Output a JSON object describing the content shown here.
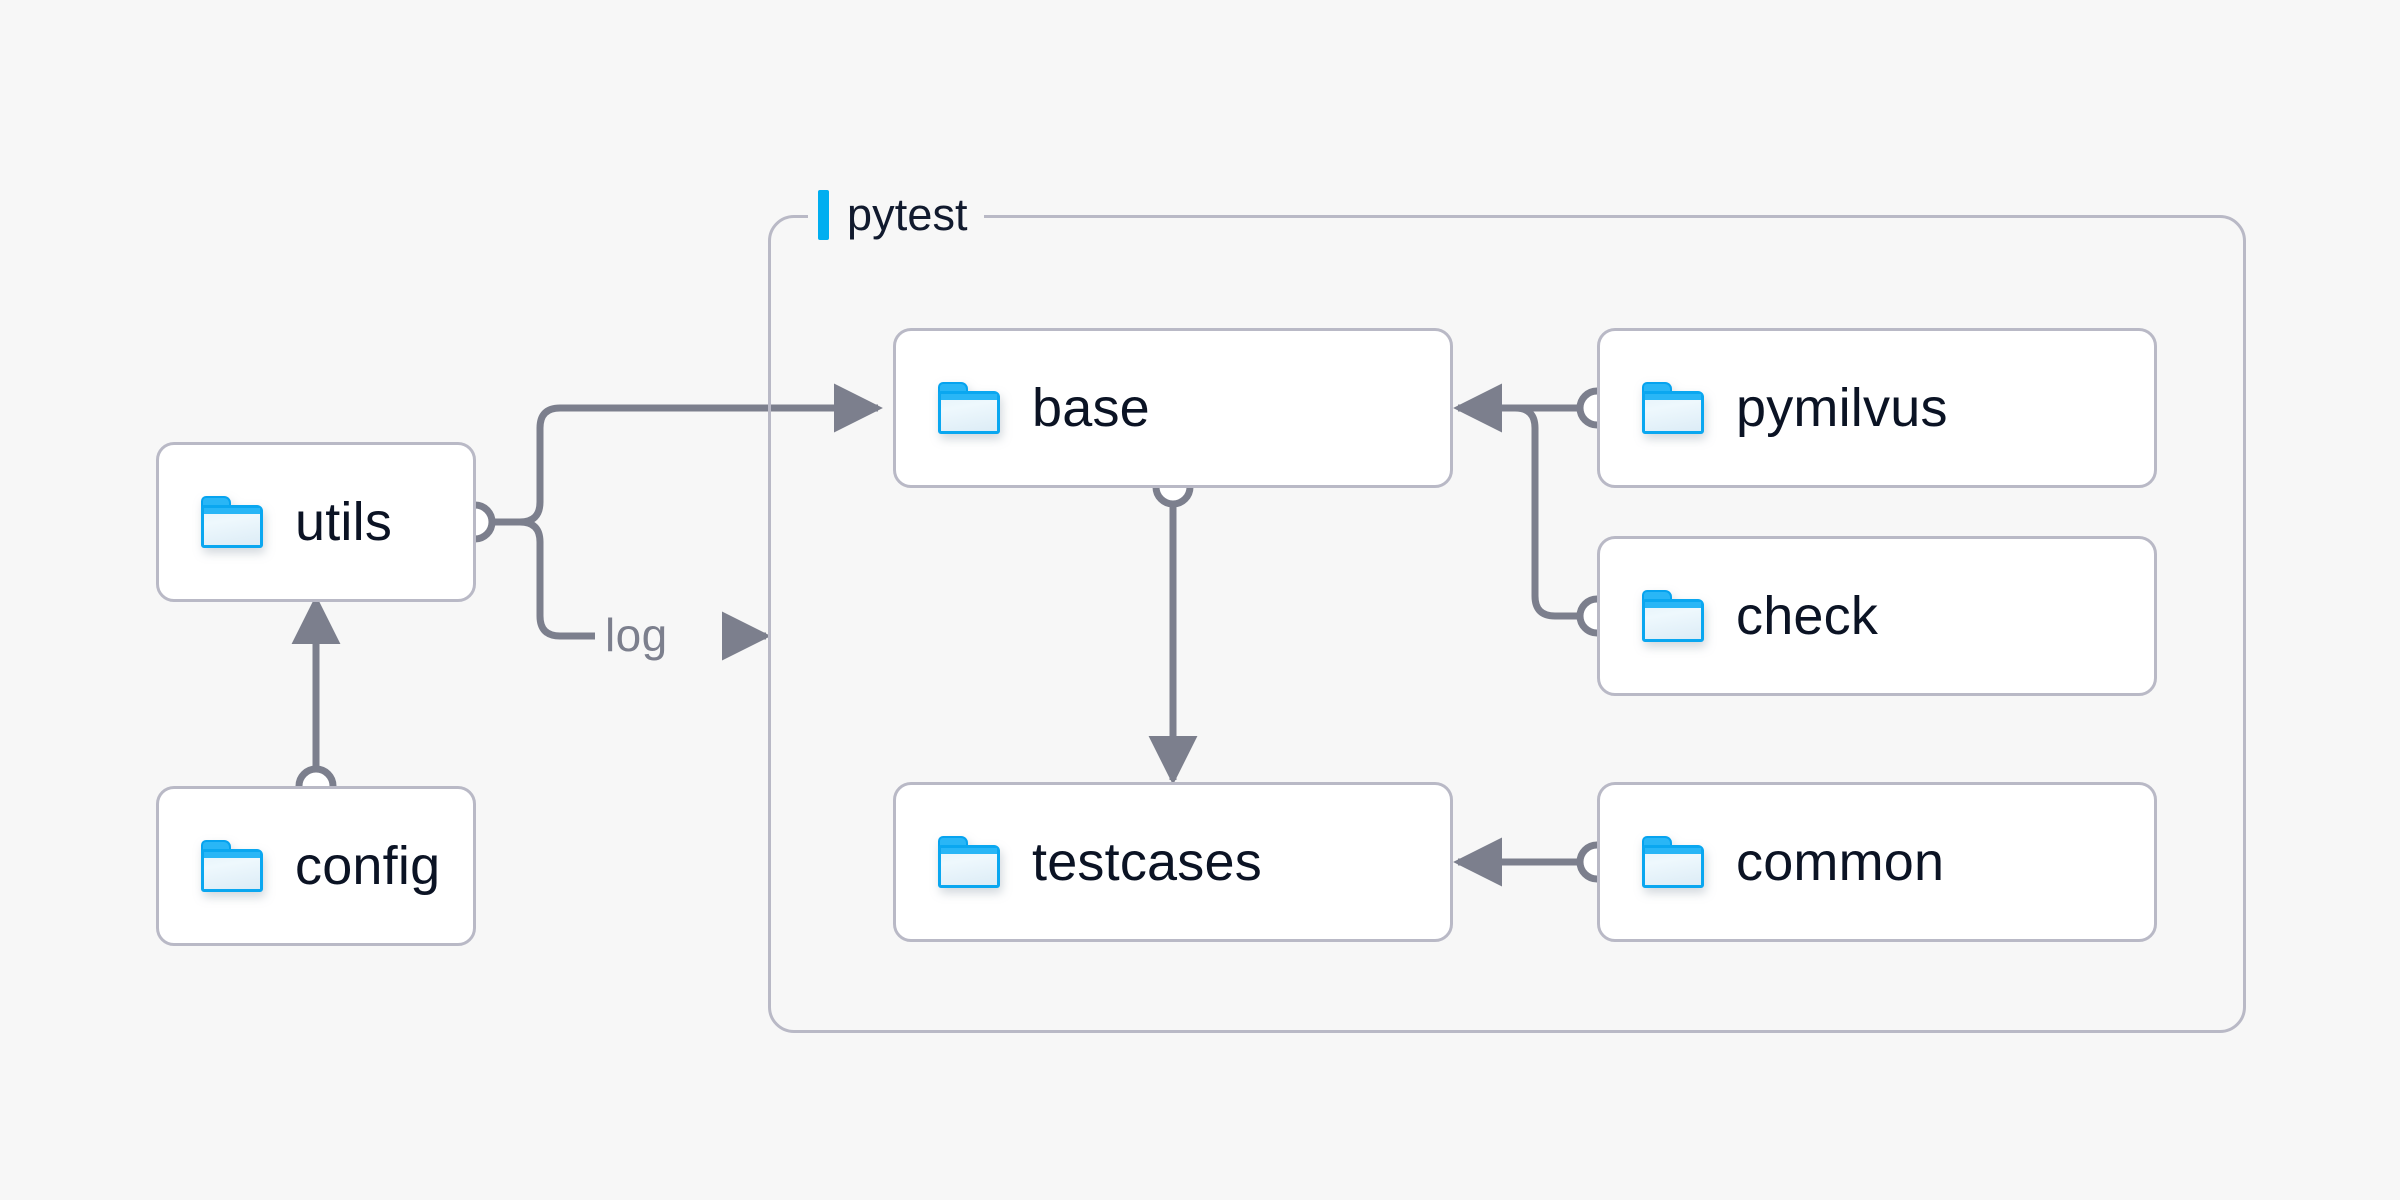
{
  "diagram": {
    "title_present": false,
    "background_color": "#f7f7f7",
    "accent_color": "#00aef0",
    "edge_color": "#7c7f8d",
    "node_border_color": "#b9b9c6",
    "node_fill_color": "#ffffff",
    "node_text_color": "#0b1324",
    "folder_icon_color": "#0aa7f0"
  },
  "group": {
    "label": "pytest",
    "icon": "folder-group"
  },
  "nodes": [
    {
      "id": "utils",
      "label": "utils",
      "icon": "folder-icon"
    },
    {
      "id": "config",
      "label": "config",
      "icon": "folder-icon"
    },
    {
      "id": "base",
      "label": "base",
      "icon": "folder-icon"
    },
    {
      "id": "testcases",
      "label": "testcases",
      "icon": "folder-icon"
    },
    {
      "id": "pymilvus",
      "label": "pymilvus",
      "icon": "folder-icon"
    },
    {
      "id": "check",
      "label": "check",
      "icon": "folder-icon"
    },
    {
      "id": "common",
      "label": "common",
      "icon": "folder-icon"
    }
  ],
  "edge_labels": [
    {
      "id": "log",
      "label": "log"
    }
  ],
  "edges": [
    {
      "from": "config",
      "to": "utils",
      "label": ""
    },
    {
      "from": "utils",
      "to": "base",
      "label": ""
    },
    {
      "from": "utils",
      "to": "pytest",
      "label": "log"
    },
    {
      "from": "base",
      "to": "testcases",
      "label": ""
    },
    {
      "from": "pymilvus",
      "to": "base",
      "label": ""
    },
    {
      "from": "check",
      "to": "base",
      "label": ""
    },
    {
      "from": "common",
      "to": "testcases",
      "label": ""
    }
  ]
}
